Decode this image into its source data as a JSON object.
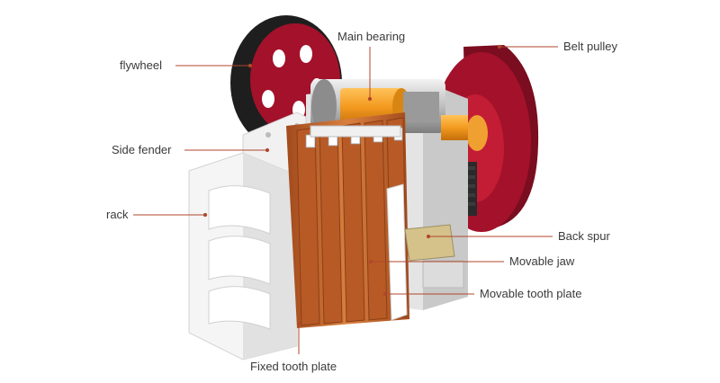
{
  "labels": {
    "flywheel": "flywheel",
    "main_bearing": "Main bearing",
    "belt_pulley": "Belt pulley",
    "side_fender": "Side fender",
    "rack": "rack",
    "back_spur": "Back spur",
    "movable_jaw": "Movable jaw",
    "movable_tooth_plate": "Movable tooth plate",
    "fixed_tooth_plate": "Fixed tooth plate"
  },
  "colors": {
    "leader_line": "#b0472c",
    "flywheel_red": "#a3112a",
    "flywheel_dark": "#1e1e1e",
    "copper": "#c96a34",
    "bearing_orange": "#f39a1f",
    "frame_white": "#f3f3f3",
    "frame_shadow": "#cfcfcf"
  }
}
